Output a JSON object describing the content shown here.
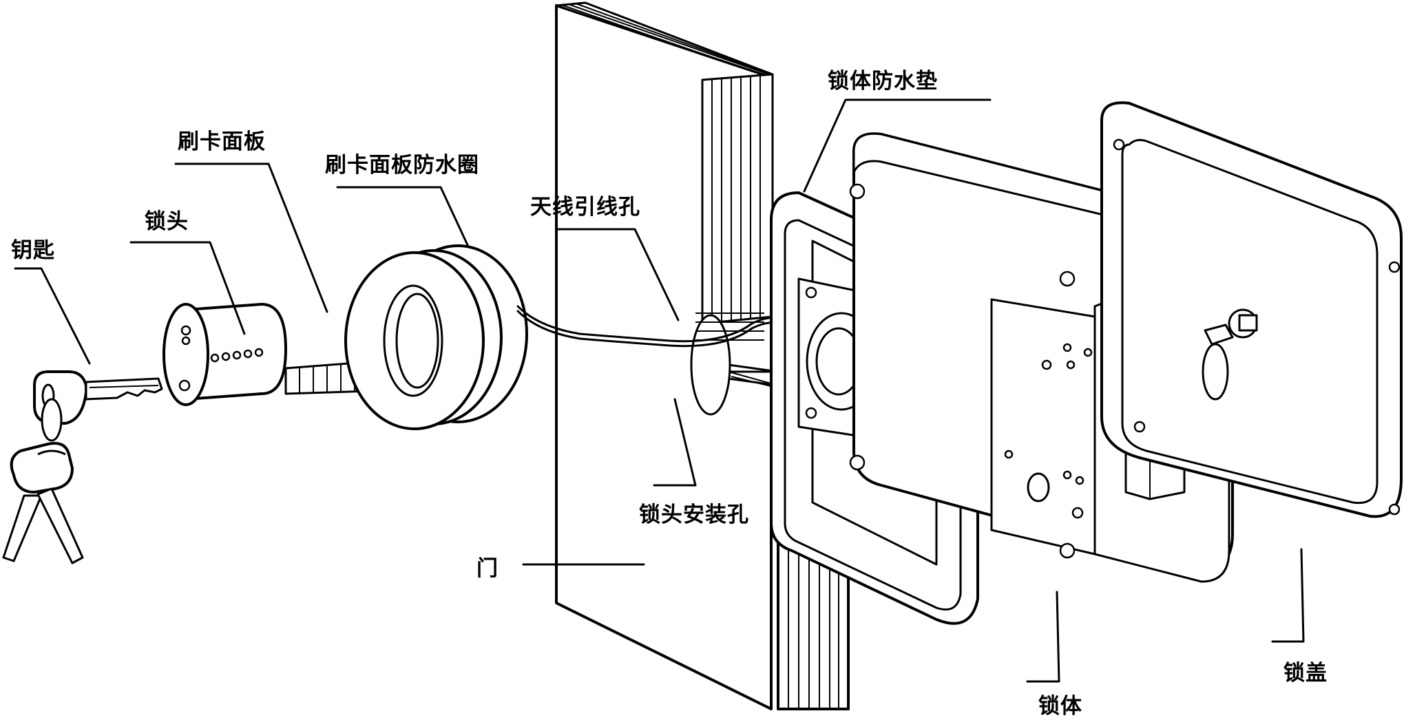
{
  "labels": {
    "key": "钥匙",
    "lock_cylinder": "锁头",
    "card_panel": "刷卡面板",
    "card_panel_seal": "刷卡面板防水圈",
    "antenna_hole": "天线引线孔",
    "lock_body_gasket": "锁体防水垫",
    "cylinder_mount_hole": "锁头安装孔",
    "door": "门",
    "lock_body": "锁体",
    "lock_cover": "锁盖"
  }
}
